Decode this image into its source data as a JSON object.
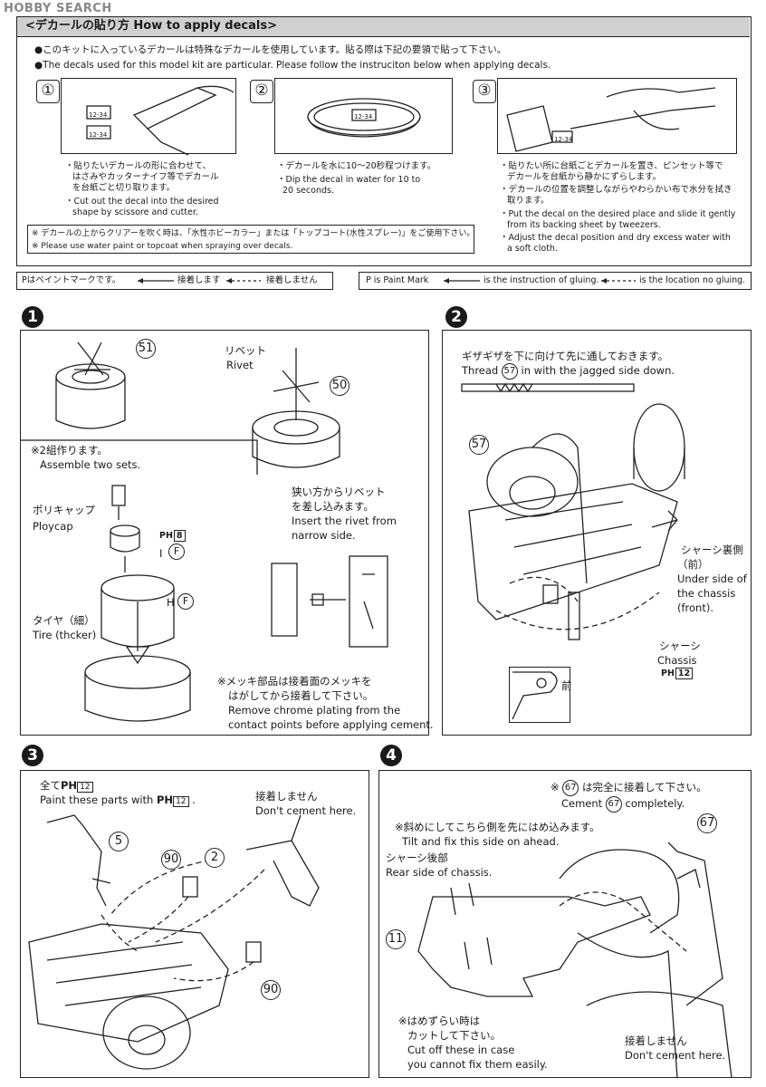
{
  "watermark": "HOBBY SEARCH",
  "header": {
    "title": "<デカールの貼り方 How to apply decals>"
  },
  "intro": {
    "jp": "●このキットに入っているデカールは特殊なデカールを使用しています。貼る際は下記の要領で貼って下さい。",
    "en": "●The decals used for this model kit are particular. Please follow the instruciton below when applying decals."
  },
  "decal_steps": [
    {
      "num": "①",
      "jp1": "・貼りたいデカールの形に合わせて、",
      "jp2": "はさみやカッターナイフ等でデカール",
      "jp3": "を台紙ごと切り取ります。",
      "en1": "・Cut out the decal into the desired",
      "en2": "shape by scissore and cutter."
    },
    {
      "num": "②",
      "jp1": "・デカールを水に10～20秒程つけます。",
      "en1": "・Dip the decal in water for 10 to",
      "en2": "20 seconds."
    },
    {
      "num": "③",
      "jp1": "・貼りたい所に台紙ごとデカールを置き、ピンセット等で",
      "jp2": "デカールを台紙から静かにずらします。",
      "jp3": "・デカールの位置を調整しながらやわらかい布で水分を拭き",
      "jp4": "取ります。",
      "en1": "・Put the decal on the desired place and slide it gently",
      "en2": "from its backing sheet by tweezers.",
      "en3": "・Adjust the decal position and dry excess water with",
      "en4": "a soft cloth."
    }
  ],
  "decal_labels": {
    "a": "12-34",
    "b": "12-34",
    "c": "12-34",
    "d": "12-34"
  },
  "decal_note": {
    "jp": "※ デカールの上からクリアーを吹く時は、「水性ホビーカラー」または「トップコート(水性スプレー)」をご使用下さい。",
    "en": "※ Please use water paint or topcoat when spraying over decals."
  },
  "legend": {
    "jp_a": "Pはペイントマークです。",
    "jp_b": "接着します",
    "jp_c": "接着しません",
    "en_a": "P is Paint Mark",
    "en_b": "is the instruction of gluing.",
    "en_c": "is the location no gluing."
  },
  "step1": {
    "num": "1",
    "part51": "51",
    "part50": "50",
    "rivet_jp": "リベット",
    "rivet_en": "Rivet",
    "assemble_jp": "※2組作ります。",
    "assemble_en": "Assemble two sets.",
    "polycap_jp": "ポリキャップ",
    "polycap_en": "Ploycap",
    "paint_ph": "PH",
    "paint_num": "8",
    "i_label": "I",
    "f_label": "F",
    "h_label": "H",
    "f2_label": "F",
    "tire_jp": "タイヤ（細）",
    "tire_en": "Tire (thcker)",
    "rivet_note_jp1": "狭い方からリベット",
    "rivet_note_jp2": "を差し込みます。",
    "rivet_note_en1": "Insert the rivet from",
    "rivet_note_en2": "narrow side.",
    "chrome_jp1": "※メッキ部品は接着面のメッキを",
    "chrome_jp2": "はがしてから接着して下さい。",
    "chrome_en1": "Remove chrome plating from the",
    "chrome_en2": "contact points before applying cement."
  },
  "step2": {
    "num": "2",
    "jagged_jp": "ギザギザを下に向けて先に通しておきます。",
    "jagged_en_a": "Thread",
    "part57": "57",
    "jagged_en_b": "in with the jagged side down.",
    "part57b": "57",
    "under_jp1": "シャーシ裏側",
    "under_jp2": "（前）",
    "under_en1": "Under side of",
    "under_en2": "the chassis",
    "under_en3": "(front).",
    "chassis_jp": "シャーシ",
    "chassis_en": "Chassis",
    "chassis_ph": "PH",
    "chassis_num": "12",
    "front_jp": "前"
  },
  "step3": {
    "num": "3",
    "paint_jp": "全て",
    "paint_ph": "PH",
    "paint_num": "12",
    "paint_en_a": "Paint these parts with",
    "paint_ph2": "PH",
    "paint_num2": "12",
    "paint_en_b": ".",
    "nocement_jp": "接着しません",
    "nocement_en": "Don't cement here.",
    "part5": "5",
    "part90a": "90",
    "part2": "2",
    "part90b": "90"
  },
  "step4": {
    "num": "4",
    "cement_jp_a": "※",
    "part67": "67",
    "cement_jp_b": "は完全に接着して下さい。",
    "cement_en_a": "Cement",
    "part67b": "67",
    "cement_en_b": "completely.",
    "tilt_jp": "※斜めにしてこちら側を先にはめ込みます。",
    "tilt_en": "Tilt and fix this side on ahead.",
    "rear_jp": "シャーシ後部",
    "rear_en": "Rear side of chassis.",
    "part11": "11",
    "part67c": "67",
    "cutoff_jp1": "※はめずらい時は",
    "cutoff_jp2": "カットして下さい。",
    "cutoff_en1": "Cut off these in case",
    "cutoff_en2": "you cannot fix them easily.",
    "nocement_jp": "接着しません",
    "nocement_en": "Don't cement here."
  }
}
